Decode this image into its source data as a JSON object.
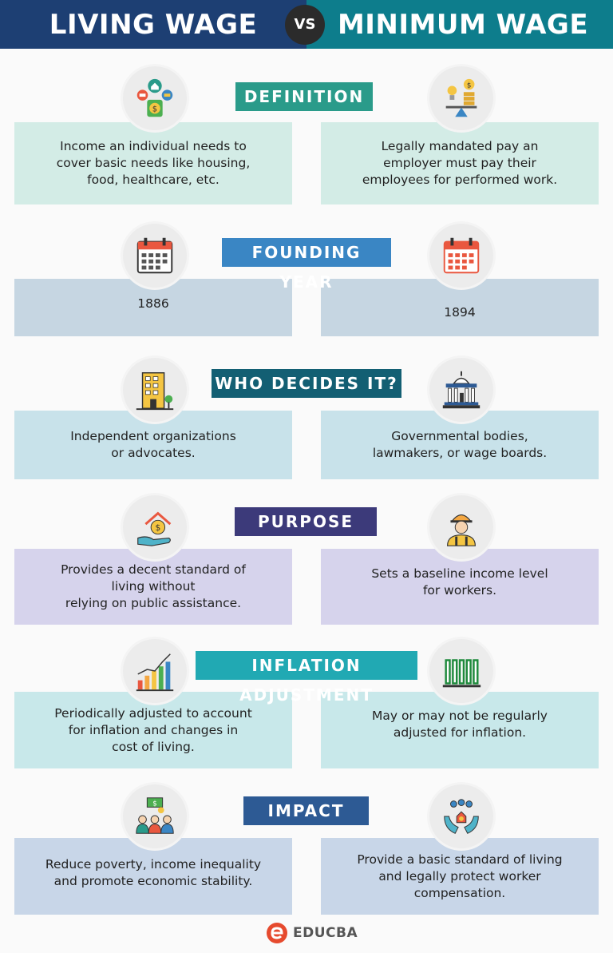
{
  "header": {
    "left_title": "LIVING WAGE",
    "vs": "VS",
    "right_title": "MINIMUM WAGE"
  },
  "sections": [
    {
      "banner": "DEFINITION",
      "banner_color": "#2a9b8a",
      "card_color": "#d3ece6",
      "left_icon": "money-house-icon",
      "right_icon": "scale-coins-icon",
      "left_text": "Income an individual needs to\ncover basic needs like housing,\nfood, healthcare, etc.",
      "right_text": "Legally mandated pay an\nemployer must pay their\nemployees for performed work."
    },
    {
      "banner": "FOUNDING YEAR",
      "banner_color": "#3a86c4",
      "card_color": "#c6d6e2",
      "left_icon": "calendar-icon",
      "right_icon": "calendar-icon",
      "left_text": "1886",
      "right_text": "1894"
    },
    {
      "banner": "WHO DECIDES IT?",
      "banner_color": "#135f73",
      "card_color": "#c8e2ea",
      "left_icon": "office-building-icon",
      "right_icon": "government-building-icon",
      "left_text": "Independent organizations\nor advocates.",
      "right_text": "Governmental bodies,\nlawmakers, or wage boards."
    },
    {
      "banner": "PURPOSE",
      "banner_color": "#3c3a7a",
      "card_color": "#d6d3ec",
      "left_icon": "hand-house-coin-icon",
      "right_icon": "worker-icon",
      "left_text": "Provides a decent standard of\nliving without\nrelying on public assistance.",
      "right_text": "Sets a baseline income level\nfor workers."
    },
    {
      "banner": "INFLATION ADJUSTMENT",
      "banner_color": "#21a9b3",
      "card_color": "#c8e8ea",
      "left_icon": "rising-bar-chart-icon",
      "right_icon": "bar-chart-icon",
      "left_text": "Periodically adjusted to account\nfor inflation and changes in\ncost of living.",
      "right_text": "May or may not be regularly\nadjusted for inflation."
    },
    {
      "banner": "IMPACT",
      "banner_color": "#2d5a94",
      "card_color": "#c8d6e8",
      "left_icon": "group-money-icon",
      "right_icon": "hands-people-icon",
      "left_text": "Reduce poverty, income inequality\nand promote economic stability.",
      "right_text": "Provide a basic standard of living\nand legally protect worker\ncompensation."
    }
  ],
  "footer": {
    "brand": "EDUCBA",
    "logo_color": "#e64a2e"
  }
}
